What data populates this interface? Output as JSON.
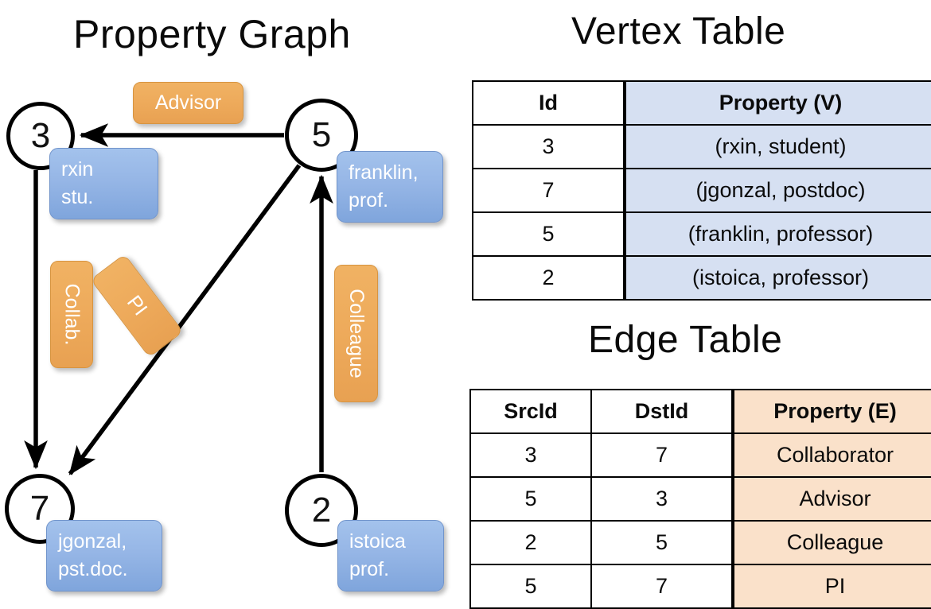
{
  "titles": {
    "property_graph": "Property Graph",
    "vertex_table": "Vertex Table",
    "edge_table": "Edge Table"
  },
  "graph": {
    "vertices": [
      {
        "id": "3",
        "label_line1": "rxin",
        "label_line2": "stu."
      },
      {
        "id": "5",
        "label_line1": "franklin,",
        "label_line2": "prof."
      },
      {
        "id": "7",
        "label_line1": "jgonzal,",
        "label_line2": "pst.doc."
      },
      {
        "id": "2",
        "label_line1": "istoica",
        "label_line2": "prof."
      }
    ],
    "edge_labels": [
      {
        "text": "Advisor",
        "orientation": "horizontal"
      },
      {
        "text": "Collab.",
        "orientation": "vertical"
      },
      {
        "text": "PI",
        "orientation": "diagonal"
      },
      {
        "text": "Colleague",
        "orientation": "vertical"
      }
    ]
  },
  "vertex_table": {
    "headers": [
      "Id",
      "Property (V)"
    ],
    "rows": [
      {
        "id": "3",
        "property": "(rxin, student)"
      },
      {
        "id": "7",
        "property": "(jgonzal, postdoc)"
      },
      {
        "id": "5",
        "property": "(franklin, professor)"
      },
      {
        "id": "2",
        "property": "(istoica, professor)"
      }
    ]
  },
  "edge_table": {
    "headers": [
      "SrcId",
      "DstId",
      "Property (E)"
    ],
    "rows": [
      {
        "src": "3",
        "dst": "7",
        "property": "Collaborator"
      },
      {
        "src": "5",
        "dst": "3",
        "property": "Advisor"
      },
      {
        "src": "2",
        "dst": "5",
        "property": "Colleague"
      },
      {
        "src": "5",
        "dst": "7",
        "property": "PI"
      }
    ]
  },
  "colors": {
    "vertex_fill": "#d6e0f2",
    "edge_fill": "#fae1ca",
    "node_box_blue": "#96b6e6",
    "edge_box_orange": "#eeab5c",
    "stroke": "#000000",
    "background": "#ffffff"
  }
}
